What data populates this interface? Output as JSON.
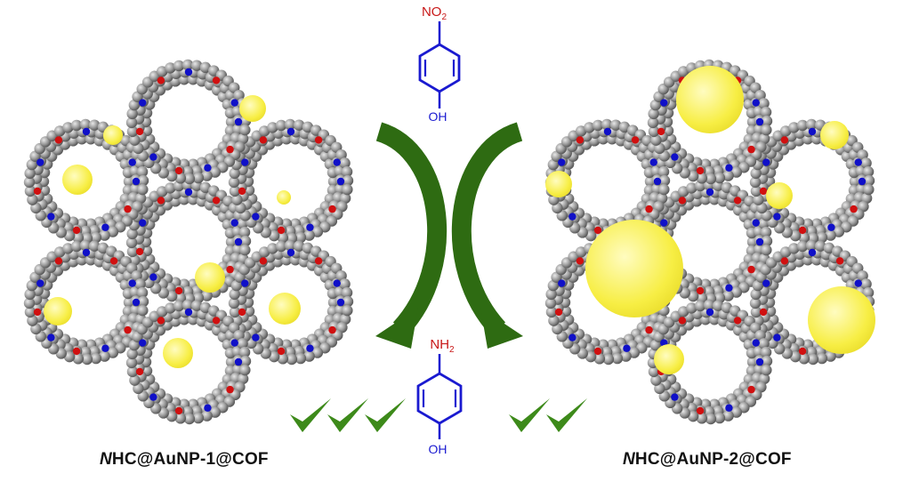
{
  "reactant": {
    "group": "NO2",
    "group_main": "NO",
    "group_sub": "2",
    "oh": "OH"
  },
  "product": {
    "group": "NH2",
    "group_main": "NH",
    "group_sub": "2",
    "oh": "OH"
  },
  "left_material": {
    "label_italic": "N",
    "label_rest": "HC@AuNP-1@COF",
    "checkmarks": 3
  },
  "right_material": {
    "label_italic": "N",
    "label_rest": "HC@AuNP-2@COF",
    "checkmarks": 2
  },
  "colors": {
    "framework_gray": "#8c8c8c",
    "nitrogen_blue": "#1010c8",
    "oxygen_red": "#d01010",
    "gold_nanoparticle": "#f5f050",
    "arrow_green": "#2e6b12",
    "check_green": "#3d8a1a",
    "molecule_blue": "#1a1ad0",
    "heteroatom_red": "#c81818"
  },
  "icons": {
    "arrows": "curved-arrow",
    "check": "check-icon"
  }
}
